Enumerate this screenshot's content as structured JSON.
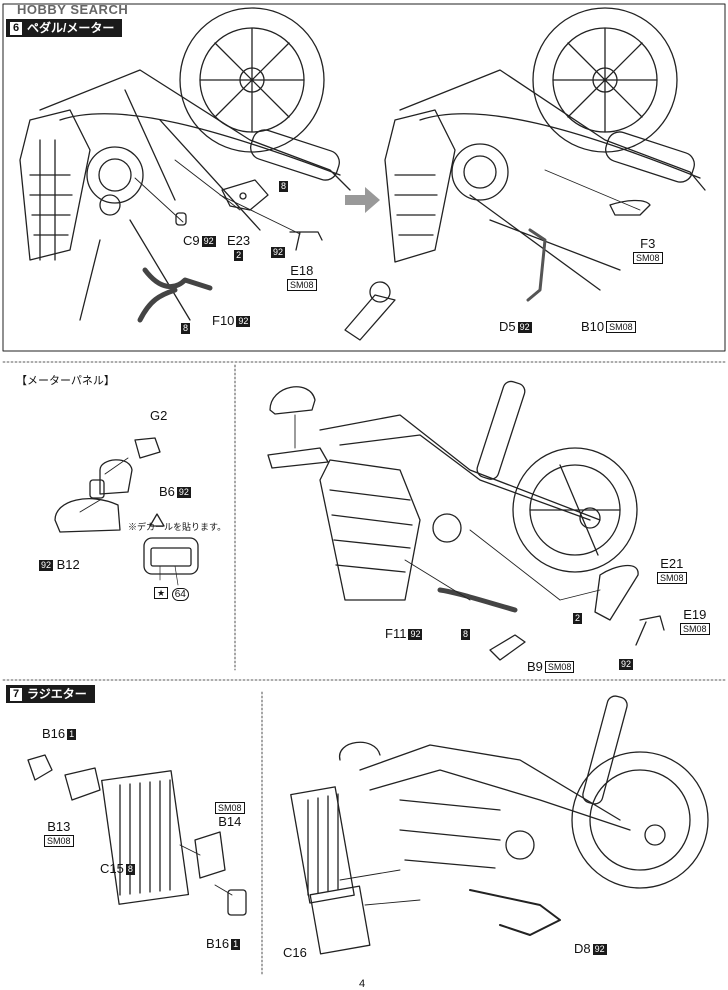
{
  "watermark": "HOBBY SEARCH",
  "steps": [
    {
      "number": "6",
      "title": "ペダル/メーター"
    },
    {
      "number": "7",
      "title": "ラジエター"
    }
  ],
  "sub_title": "【メーターパネル】",
  "decal_note": "※デカールを貼ります。",
  "page_number": "4",
  "parts": {
    "c9": {
      "name": "C9",
      "badge": "92",
      "style": "fill"
    },
    "e23": {
      "name": "E23",
      "badge": "2",
      "style": "fill"
    },
    "e23b": {
      "name": "",
      "badge": "92",
      "style": "fill"
    },
    "e18": {
      "name": "E18",
      "badge": "SM08",
      "style": "outline"
    },
    "f10": {
      "name": "F10",
      "badge": "92",
      "style": "fill"
    },
    "p8a": {
      "name": "",
      "badge": "8",
      "style": "fill"
    },
    "p8b": {
      "name": "",
      "badge": "8",
      "style": "fill"
    },
    "f3": {
      "name": "F3",
      "badge": "SM08",
      "style": "outline"
    },
    "d5": {
      "name": "D5",
      "badge": "92",
      "style": "fill"
    },
    "b10": {
      "name": "B10",
      "badge": "SM08",
      "style": "outline"
    },
    "g2": {
      "name": "G2",
      "badge": "",
      "style": "none"
    },
    "b6": {
      "name": "B6",
      "badge": "92",
      "style": "fill"
    },
    "b12": {
      "name": "B12",
      "badge": "92",
      "style": "fill"
    },
    "star": {
      "name": "64",
      "badge": "★",
      "style": "outline"
    },
    "e21": {
      "name": "E21",
      "badge": "SM08",
      "style": "outline"
    },
    "e19": {
      "name": "E19",
      "badge": "SM08",
      "style": "outline"
    },
    "f11": {
      "name": "F11",
      "badge": "92",
      "style": "fill"
    },
    "p8c": {
      "name": "",
      "badge": "8",
      "style": "fill"
    },
    "b9": {
      "name": "B9",
      "badge": "SM08",
      "style": "outline"
    },
    "p2": {
      "name": "",
      "badge": "2",
      "style": "fill"
    },
    "p92": {
      "name": "",
      "badge": "92",
      "style": "fill"
    },
    "b16a": {
      "name": "B16",
      "badge": "1",
      "style": "fill"
    },
    "b13": {
      "name": "B13",
      "badge": "SM08",
      "style": "outline"
    },
    "b14": {
      "name": "B14",
      "badge": "SM08",
      "style": "outline"
    },
    "c15": {
      "name": "C15",
      "badge": "8",
      "style": "fill"
    },
    "b16b": {
      "name": "B16",
      "badge": "1",
      "style": "fill"
    },
    "c16": {
      "name": "C16",
      "badge": "",
      "style": "none"
    },
    "d8": {
      "name": "D8",
      "badge": "92",
      "style": "fill"
    }
  }
}
